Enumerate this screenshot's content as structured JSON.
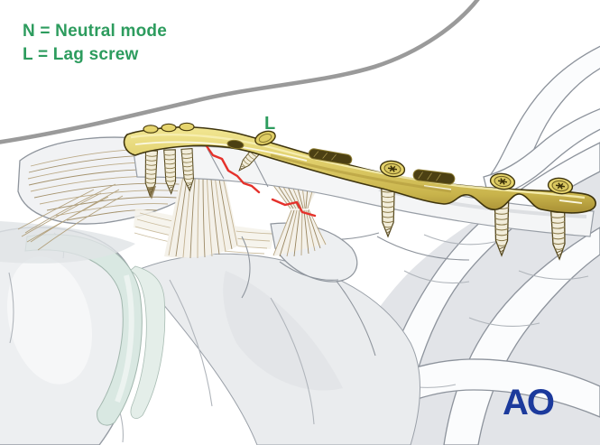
{
  "figure": {
    "legend": {
      "line1": "N = Neutral mode",
      "line2": "L = Lag screw"
    },
    "annotation_label": "L",
    "logo_text": "AO"
  },
  "colors": {
    "green": "#2d9c5e",
    "red": "#e5312b",
    "plate_gold": "#d9c75f",
    "logo_blue": "#1c3a9c",
    "bone_gray": "#eef0f2",
    "cartilage": "#d9e8e2",
    "ligament_tan": "#bcab88",
    "outline_gray": "#9a9a9a"
  }
}
